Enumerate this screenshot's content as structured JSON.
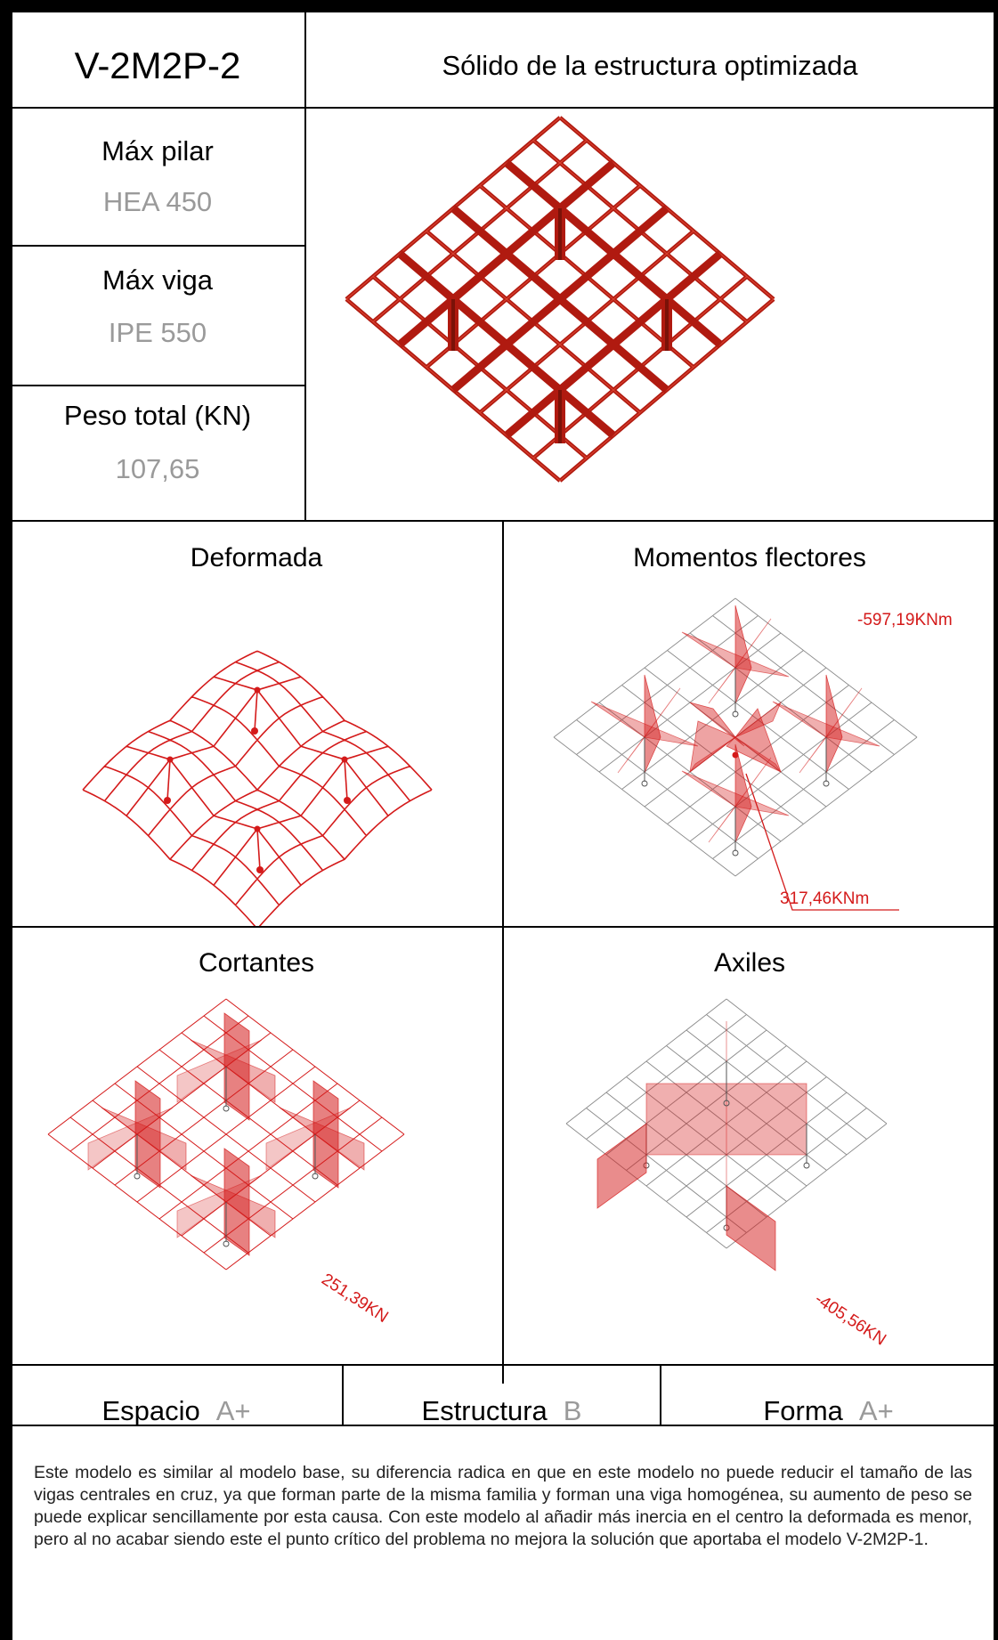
{
  "header": {
    "code": "V-2M2P-2",
    "title": "Sólido de la estructura optimizada"
  },
  "summary": {
    "max_column_label": "Máx pilar",
    "max_column_value": "HEA 450",
    "max_beam_label": "Máx viga",
    "max_beam_value": "IPE 550",
    "total_weight_label": "Peso total (KN)",
    "total_weight_value": "107,65"
  },
  "panels": {
    "deformed": {
      "title": "Deformada"
    },
    "moments": {
      "title": "Momentos flectores",
      "max_label": "-597,19KNm",
      "min_label": "317,46KNm"
    },
    "shear": {
      "title": "Cortantes",
      "max_label": "251,39KN"
    },
    "axial": {
      "title": "Axiles",
      "max_label": "-405,56KN"
    }
  },
  "ratings": {
    "space_label": "Espacio",
    "space_grade": "A+",
    "structure_label": "Estructura",
    "structure_grade": "B",
    "form_label": "Forma",
    "form_grade": "A+"
  },
  "description": "Este modelo es similar al modelo base, su diferencia radica en que en este modelo no puede reducir el tamaño de las vigas centrales en cruz, ya que forman parte de la misma familia y forman una viga homogénea, su aumento de peso se puede explicar sencillamente por esta causa. Con este modelo al añadir más inercia en el centro la deformada es menor, pero al no acabar siendo este el punto crítico del problema no mejora la solución que aportaba el modelo V-2M2P-1.",
  "colors": {
    "accent": "#d41a1a",
    "solid": "#b01a10",
    "grid": "#8a8a8a",
    "grade": "#9a9a9a"
  }
}
